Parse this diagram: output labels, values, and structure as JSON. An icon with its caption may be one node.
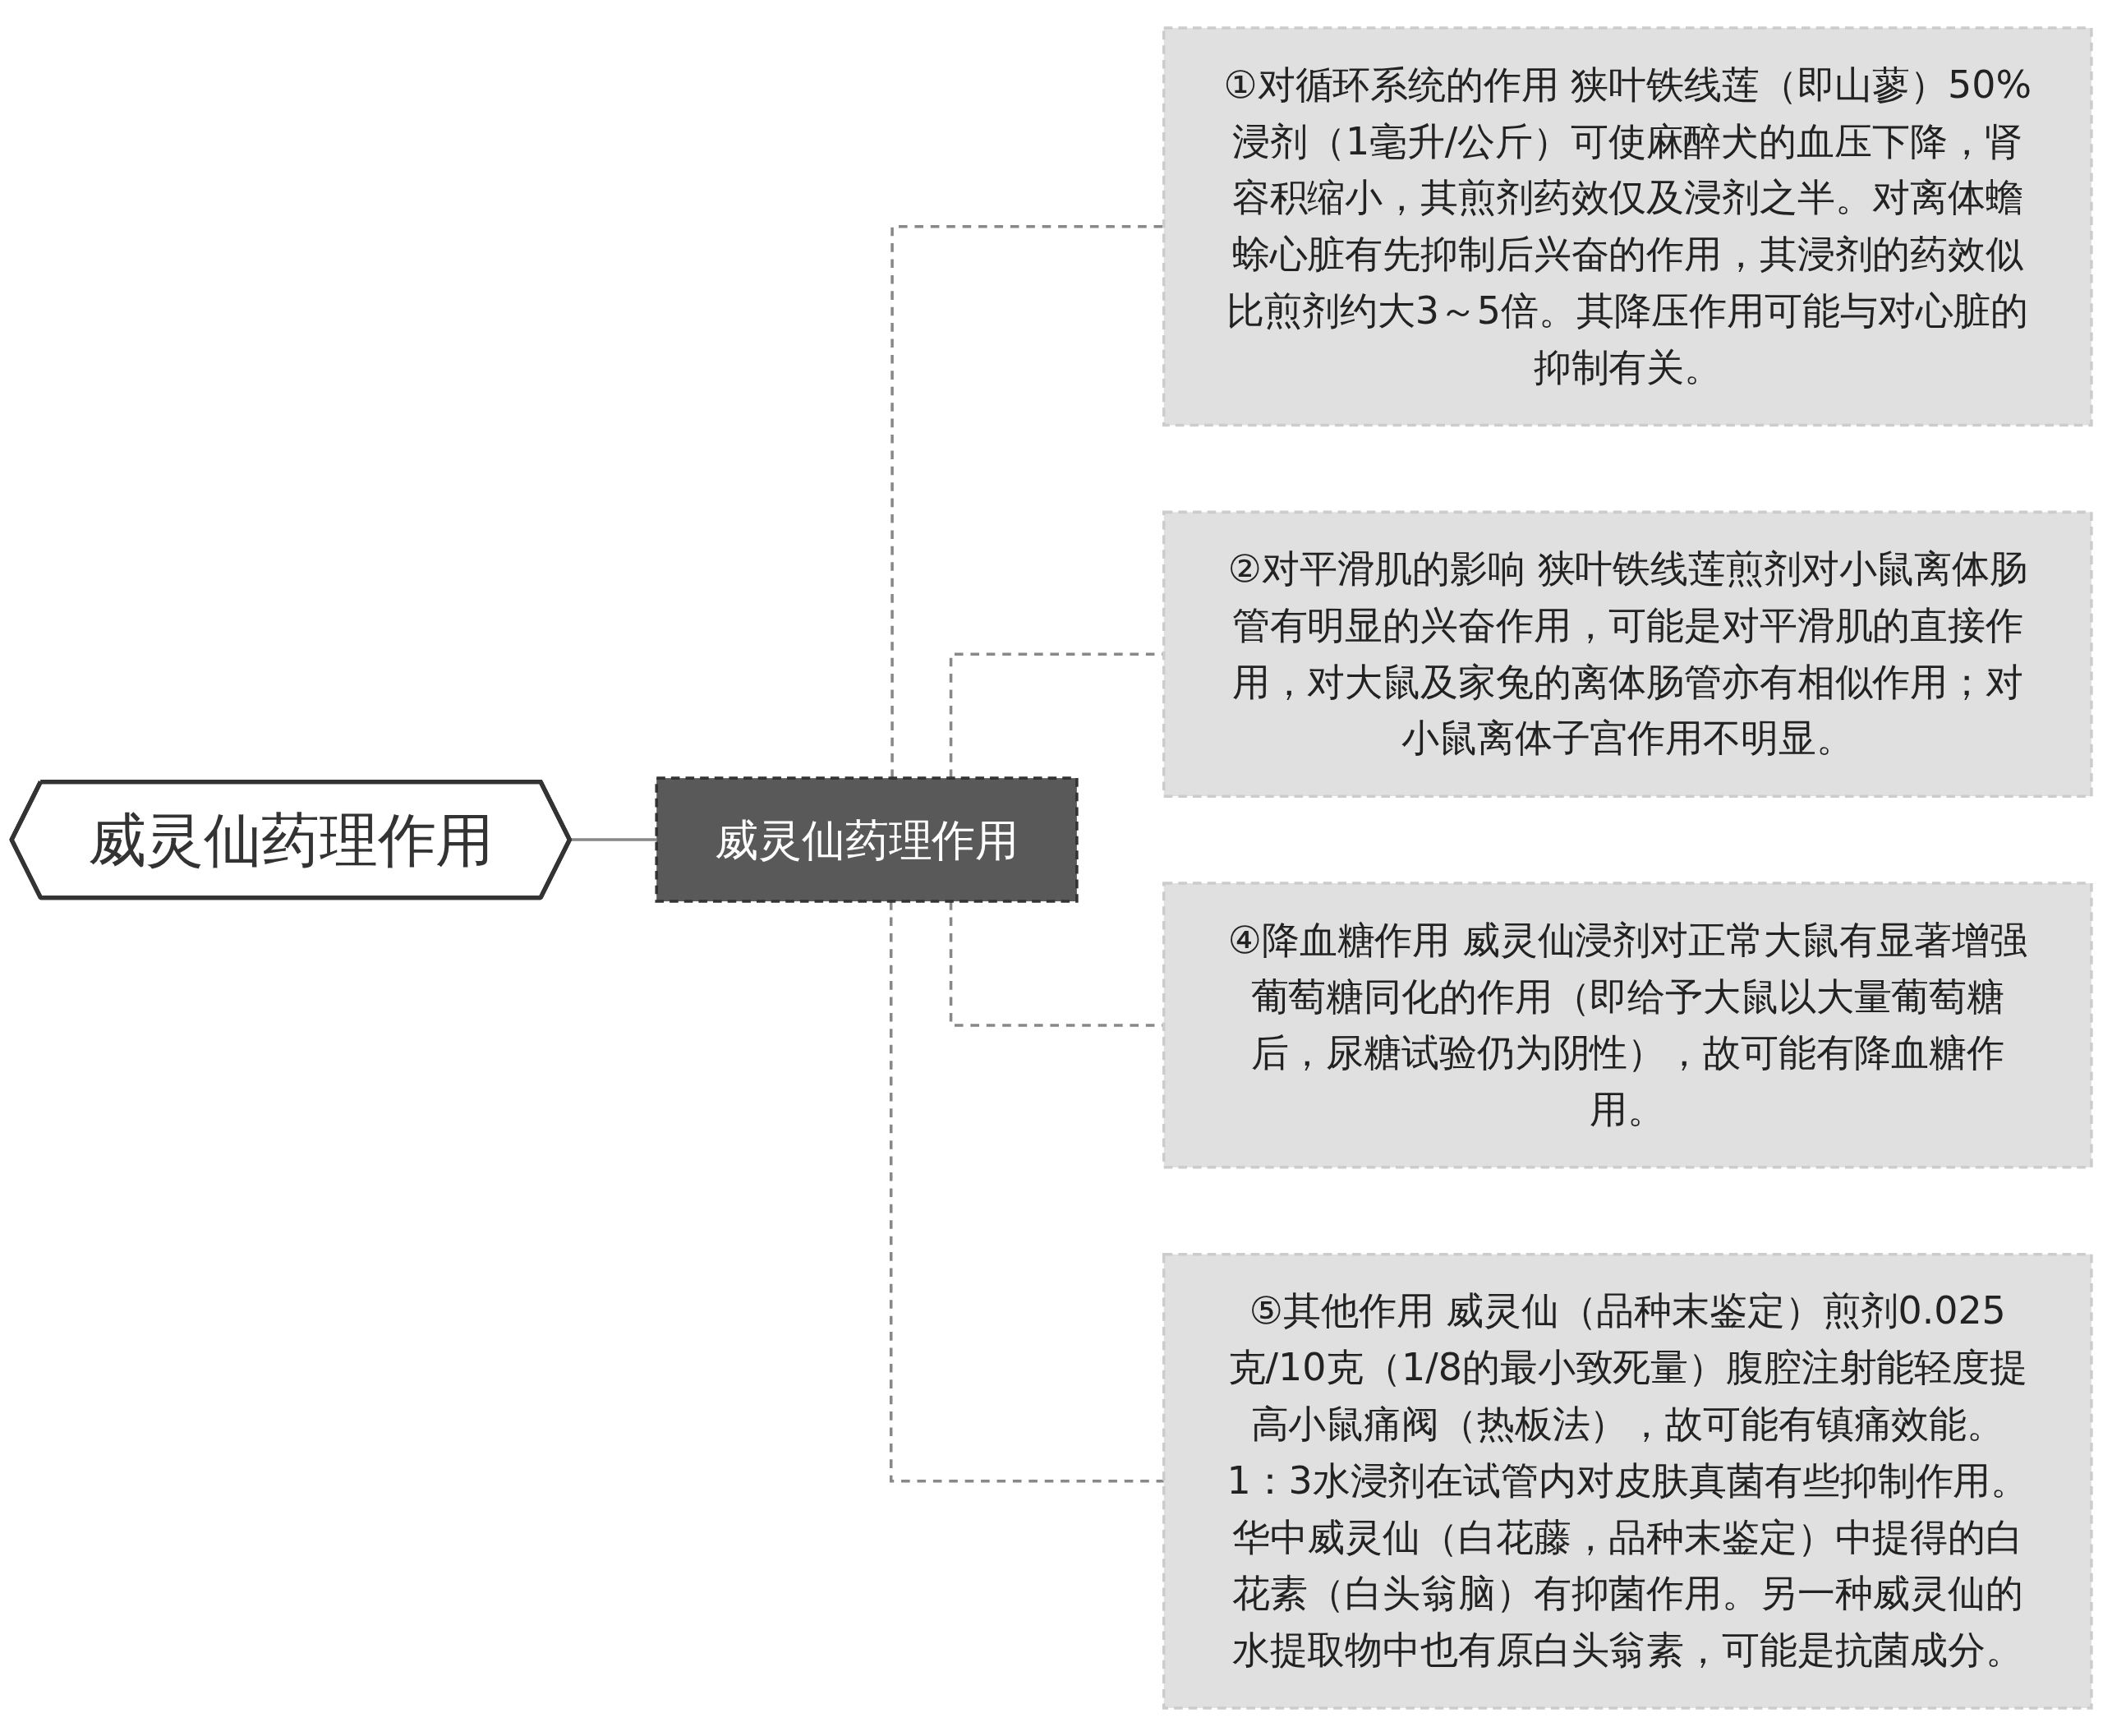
{
  "diagram": {
    "nodes": [
      {
        "text": [
          "威灵仙药理作用"
        ]
      },
      {
        "text": [
          "威灵仙药理作用"
        ]
      },
      {
        "text": [
          "①对循环系统的作用 狭叶铁线莲（即山蓼）50%浸剂（1毫升/公斤）可使麻醉犬的血压下降，肾容积缩小，其煎剂药效仅及浸剂之半。对离体蟾蜍心脏有先抑制后兴奋的作用，其浸剂的药效似比煎剂约大3～5倍。其降压作用可能与对心脏的抑制有关。"
        ]
      },
      {
        "text": [
          "②对平滑肌的影响 狭叶铁线莲煎剂对小鼠离体肠管有明显的兴奋作用，可能是对平滑肌的直接作用，对大鼠及家兔的离体肠管亦有相似作用；对小鼠离体子宫作用不明显。"
        ]
      },
      {
        "text": [
          "④降血糖作用 威灵仙浸剂对正常大鼠有显著增强葡萄糖同化的作用（即给予大鼠以大量葡萄糖后，尿糖试验仍为阴性），故可能有降血糖作用。"
        ]
      },
      {
        "text": [
          "⑤其他作用 威灵仙（品种末鉴定）煎剂0.025克/10克（1/8的最小致死量）腹腔注射能轻度提高小鼠痛阀（热板法），故可能有镇痛效能。1：3水浸剂在试管内对皮肤真菌有些抑制作用。华中威灵仙（白花藤，品种末鉴定）中提得的白花素（白头翁脑）有抑菌作用。另一种威灵仙的水提取物中也有原白头翁素，可能是抗菌成分。"
        ]
      }
    ],
    "edges": [
      {
        "from": 0,
        "to": 1,
        "arrow": "none"
      },
      {
        "from": 1,
        "to": 2,
        "arrow": "none",
        "style": "dashed"
      },
      {
        "from": 1,
        "to": 3,
        "arrow": "none",
        "style": "dashed"
      },
      {
        "from": 1,
        "to": 4,
        "arrow": "none",
        "style": "dashed"
      },
      {
        "from": 1,
        "to": 5,
        "arrow": "none",
        "style": "dashed"
      }
    ]
  }
}
